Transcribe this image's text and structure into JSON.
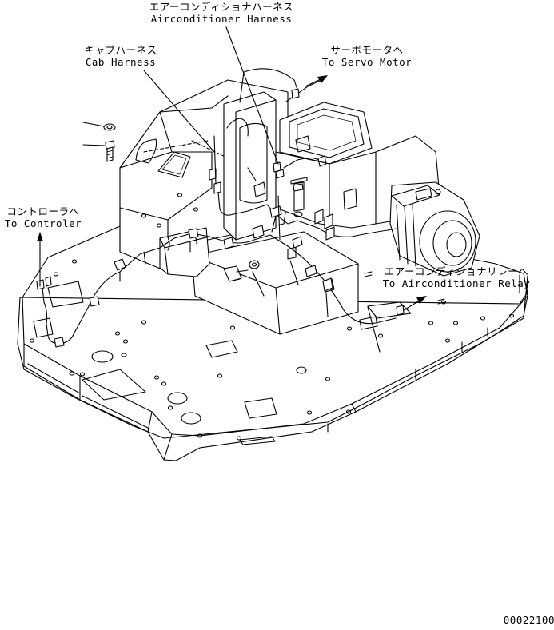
{
  "labels": {
    "aircon_harness": {
      "jp": "エアーコンディショナハーネス",
      "en": "Airconditioner Harness"
    },
    "cab_harness": {
      "jp": "キャブハーネス",
      "en": "Cab Harness"
    },
    "servo_motor": {
      "jp": "サーボモータへ",
      "en": "To Servo Motor"
    },
    "controller": {
      "jp": "コントローラへ",
      "en": "To Controler"
    },
    "aircon_relay": {
      "jp": "エアーコンディショナリレーへ",
      "en": "To Airconditioner Relay"
    },
    "drawing_code": "00022100"
  }
}
